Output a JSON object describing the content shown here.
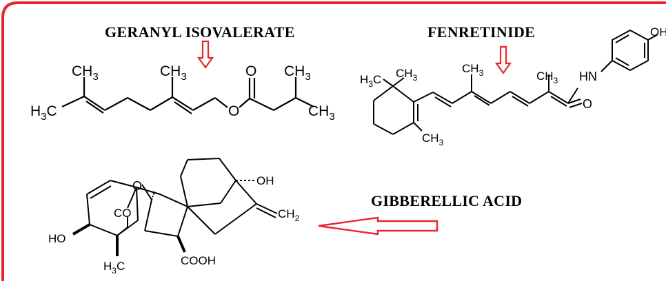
{
  "compounds": {
    "geranyl": {
      "title": "GERANYL ISOVALERATE",
      "labels": {
        "ch3_a": "CH3",
        "ch3_b": "CH3",
        "ch3_c": "CH3",
        "ch3_d": "CH3",
        "h3c": "H3C",
        "o_carbonyl": "O",
        "o_ester": "O"
      }
    },
    "fenretinide": {
      "title": "FENRETINIDE",
      "labels": {
        "oh": "OH",
        "hn": "HN",
        "o": "O",
        "h3c": "H3C",
        "ch3_ring": "CH3",
        "ch3_a": "CH3",
        "ch3_b": "CH3",
        "ch3_bottom": "CH3"
      }
    },
    "gibberellic": {
      "title": "GIBBERELLIC ACID",
      "labels": {
        "o_bridge": "O",
        "co": "CO",
        "oh_top": "OH",
        "ch2": "CH2",
        "ho": "HO",
        "h3c": "H3C",
        "cooh": "COOH"
      }
    }
  },
  "colors": {
    "frame": "#e8262d",
    "arrow": "#e8262d",
    "ink": "#000000"
  },
  "icons": [
    "down-arrow-icon",
    "down-arrow-icon",
    "left-arrow-icon"
  ]
}
